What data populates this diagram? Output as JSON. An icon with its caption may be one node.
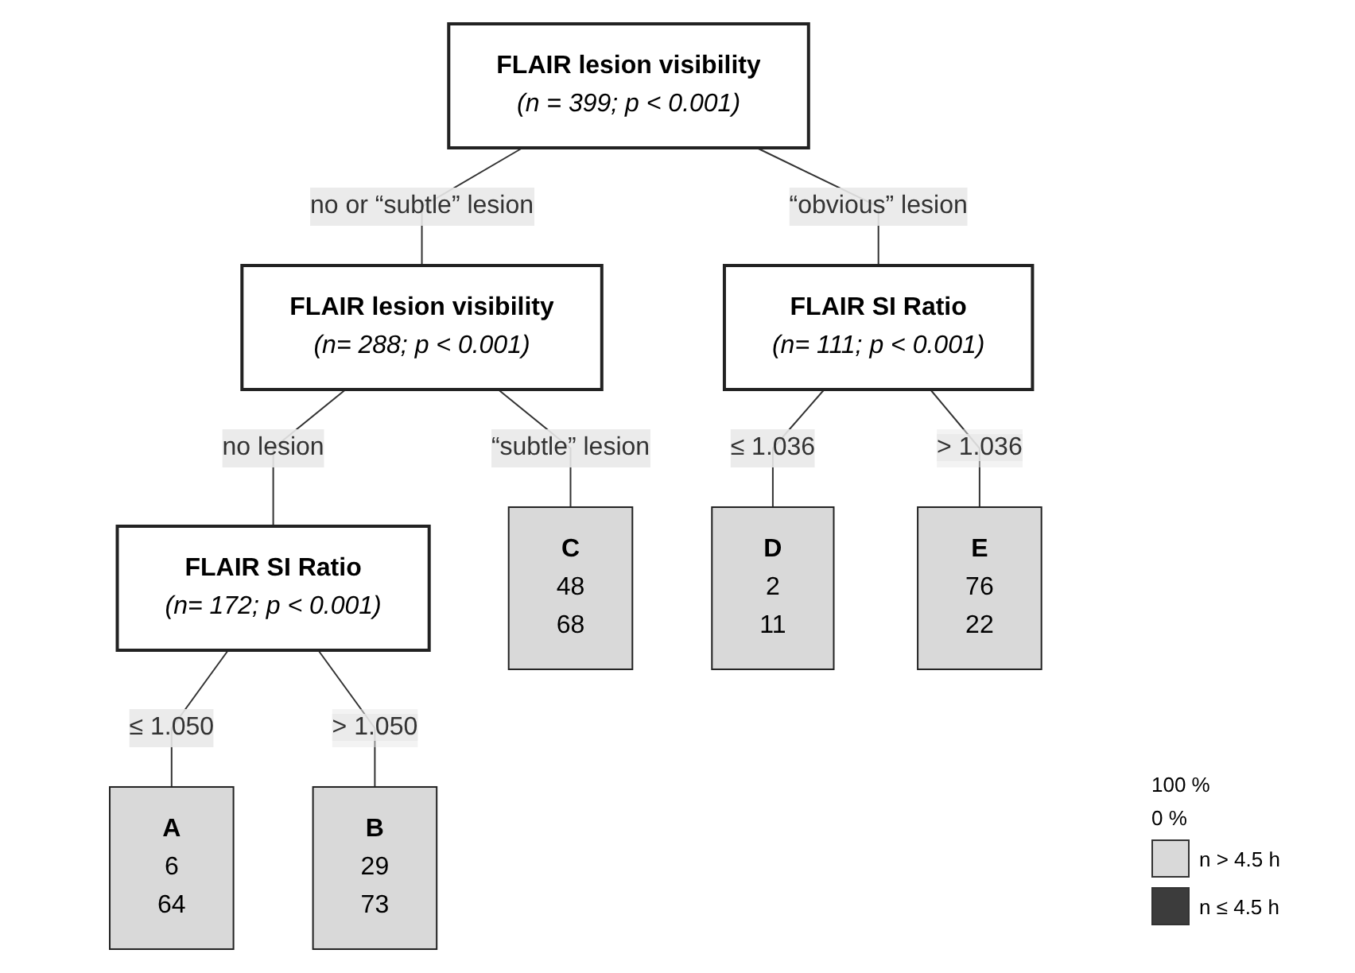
{
  "diagram": {
    "nodes": [
      {
        "text": [
          "FLAIR lesion visibility",
          "(n = 399; p < 0.001)"
        ]
      },
      {
        "text": [
          "FLAIR lesion visibility",
          "(n= 288; p < 0.001)"
        ]
      },
      {
        "text": [
          "FLAIR SI Ratio",
          "(n= 172; p < 0.001)"
        ]
      },
      {
        "text": [
          "FLAIR SI Ratio",
          "(n= 111; p < 0.001)"
        ]
      },
      {
        "text": [
          "A",
          "6",
          "64"
        ]
      },
      {
        "text": [
          "B",
          "29",
          "73"
        ]
      },
      {
        "text": [
          "C",
          "48",
          "68"
        ]
      },
      {
        "text": [
          "D",
          "2",
          "11"
        ]
      },
      {
        "text": [
          "E",
          "76",
          "22"
        ]
      }
    ],
    "edges": [
      {
        "from": 0,
        "to": 1,
        "arrow": "none",
        "label": "no or “subtle” lesion"
      },
      {
        "from": 0,
        "to": 3,
        "arrow": "none",
        "label": "“obvious” lesion"
      },
      {
        "from": 1,
        "to": 2,
        "arrow": "none",
        "label": "no lesion"
      },
      {
        "from": 1,
        "to": 6,
        "arrow": "none",
        "label": "“subtle” lesion"
      },
      {
        "from": 2,
        "to": 4,
        "arrow": "none",
        "label": "≤ 1.050"
      },
      {
        "from": 2,
        "to": 5,
        "arrow": "none",
        "label": "> 1.050"
      },
      {
        "from": 3,
        "to": 7,
        "arrow": "none",
        "label": "≤ 1.036"
      },
      {
        "from": 3,
        "to": 8,
        "arrow": "none",
        "label": "> 1.036"
      }
    ],
    "labels": [
      "100 %",
      "0 %"
    ],
    "legend": [
      {
        "text": "n > 4.5 h",
        "color": "#d9d9d9"
      },
      {
        "text": "n ≤ 4.5 h",
        "color": "#3c3c3c"
      }
    ]
  }
}
